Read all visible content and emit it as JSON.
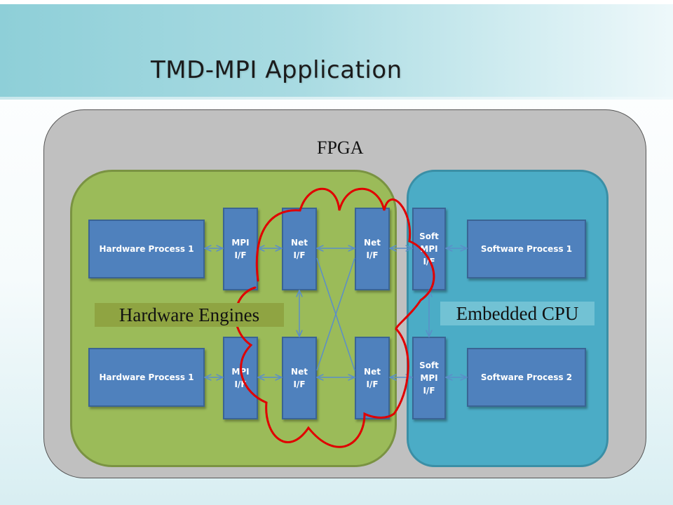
{
  "title": "TMD-MPI Application",
  "fpga": {
    "label": "FPGA"
  },
  "hardware": {
    "label": "Hardware Engines",
    "processes": [
      "Hardware Process 1",
      "Hardware Process 1"
    ],
    "mpi_if": [
      "MPI",
      "I/F"
    ],
    "net_if": [
      "Net",
      "I/F"
    ]
  },
  "software": {
    "label": "Embedded CPU",
    "processes": [
      "Software Process 1",
      "Software Process 2"
    ],
    "soft_mpi_if": [
      "Soft",
      "MPI",
      "I/F"
    ]
  },
  "colors": {
    "fpga": "#c0c0c0",
    "hardware_region": "#9bbb59",
    "software_region": "#4bacc6",
    "block": "#4f81bd",
    "connector": "#5b8ec9",
    "highlight": "#e00000"
  }
}
